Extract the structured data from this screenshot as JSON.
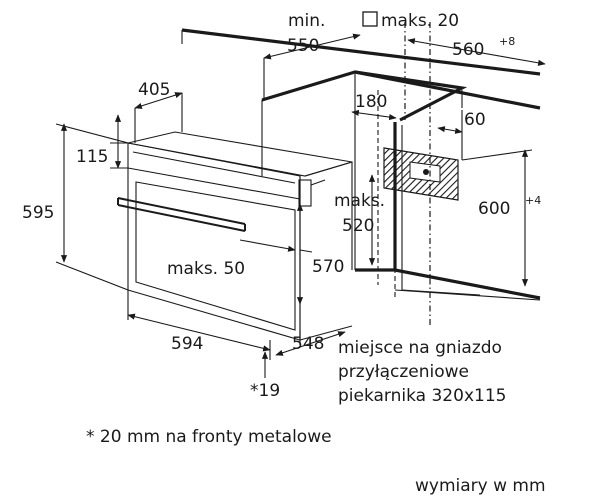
{
  "dimensions": {
    "min_label": "min.",
    "min_value": "550",
    "max_top_label": "maks. 20",
    "niche_width": "560",
    "niche_width_tol": "+8",
    "depth_back": "405",
    "offset_180": "180",
    "offset_60": "60",
    "top_strip": "115",
    "total_height": "595",
    "max_label": "maks.",
    "max_value": "520",
    "niche_height": "600",
    "niche_height_tol": "+4",
    "front_max": "maks. 50",
    "inner_height": "570",
    "front_width": "594",
    "body_depth": "548",
    "footnote_ref": "*19"
  },
  "socket_note": {
    "line1": "miejsce na gniazdo",
    "line2": "przyłączeniowe",
    "line3": "piekarnika 320x115"
  },
  "footnote": "* 20 mm na fronty metalowe",
  "units_note": "wymiary w mm"
}
